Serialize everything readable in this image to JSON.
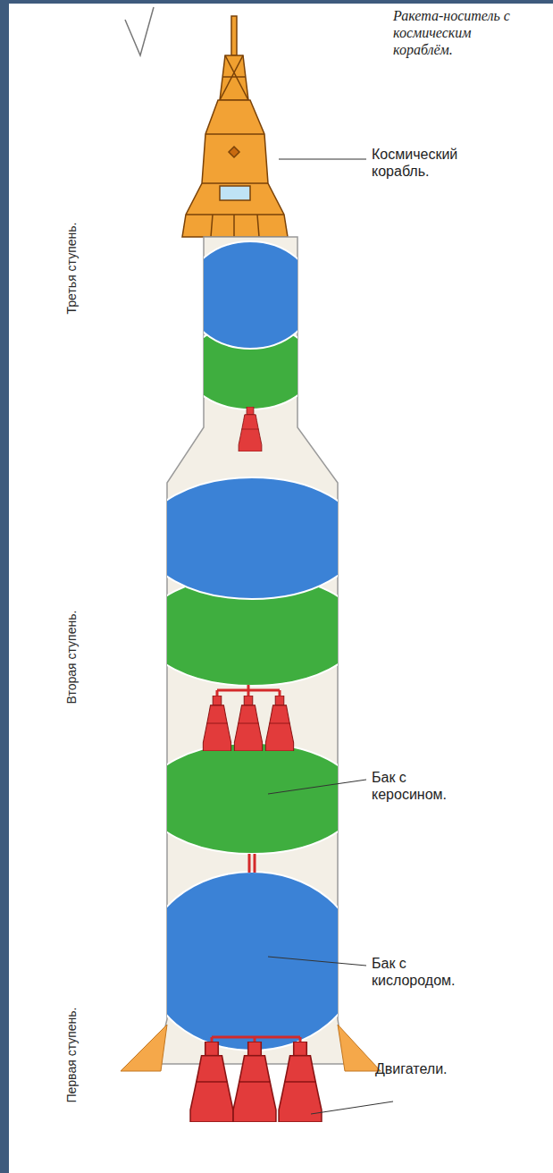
{
  "diagram": {
    "title": "Ракета-носитель с космическим кораблём.",
    "labels": [
      "Космический корабль.",
      "Третья ступень.",
      "Вторая ступень.",
      "Бак с керосином.",
      "Бак с кислородом.",
      "Первая ступень.",
      "Двигатели."
    ]
  }
}
